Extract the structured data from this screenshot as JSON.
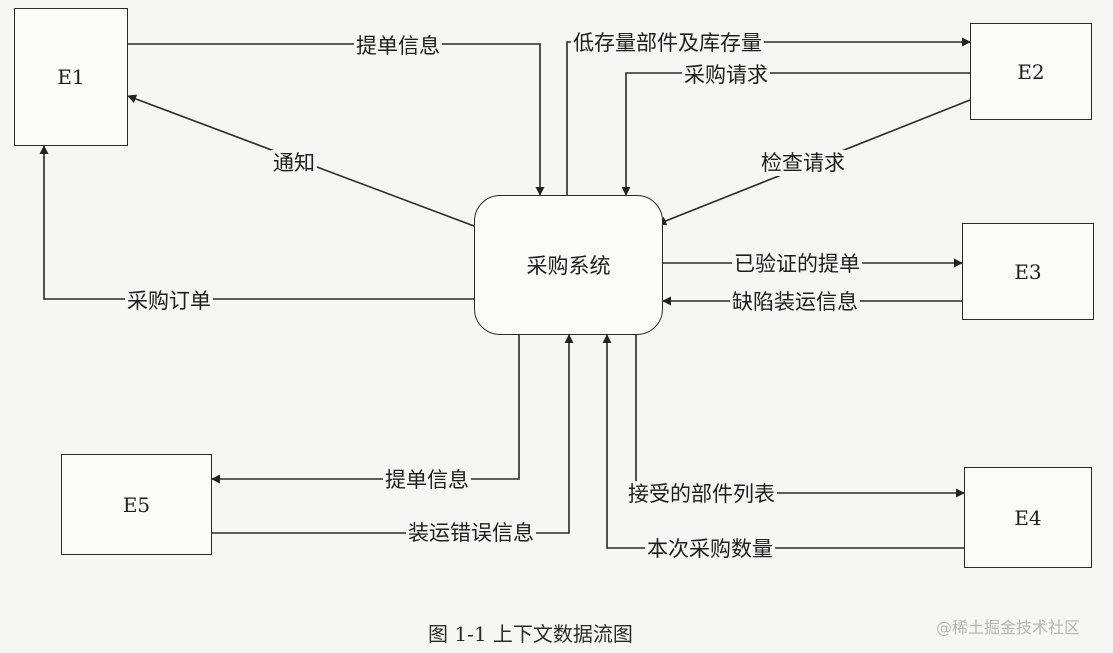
{
  "process": {
    "label": "采购系统"
  },
  "entities": {
    "e1": "E1",
    "e2": "E2",
    "e3": "E3",
    "e4": "E4",
    "e5": "E5"
  },
  "flows": {
    "e1_bill_info": "提单信息",
    "notice": "通知",
    "purchase_order": "采购订单",
    "low_stock_parts": "低存量部件及库存量",
    "purchase_request": "采购请求",
    "check_request": "检查请求",
    "verified_bill": "已验证的提单",
    "defect_shipping_info": "缺陷装运信息",
    "e5_bill_info": "提单信息",
    "shipping_error_info": "装运错误信息",
    "accepted_parts_list": "接受的部件列表",
    "purchase_quantity": "本次采购数量"
  },
  "caption": "图 1-1  上下文数据流图",
  "watermark": "@稀土掘金技术社区"
}
